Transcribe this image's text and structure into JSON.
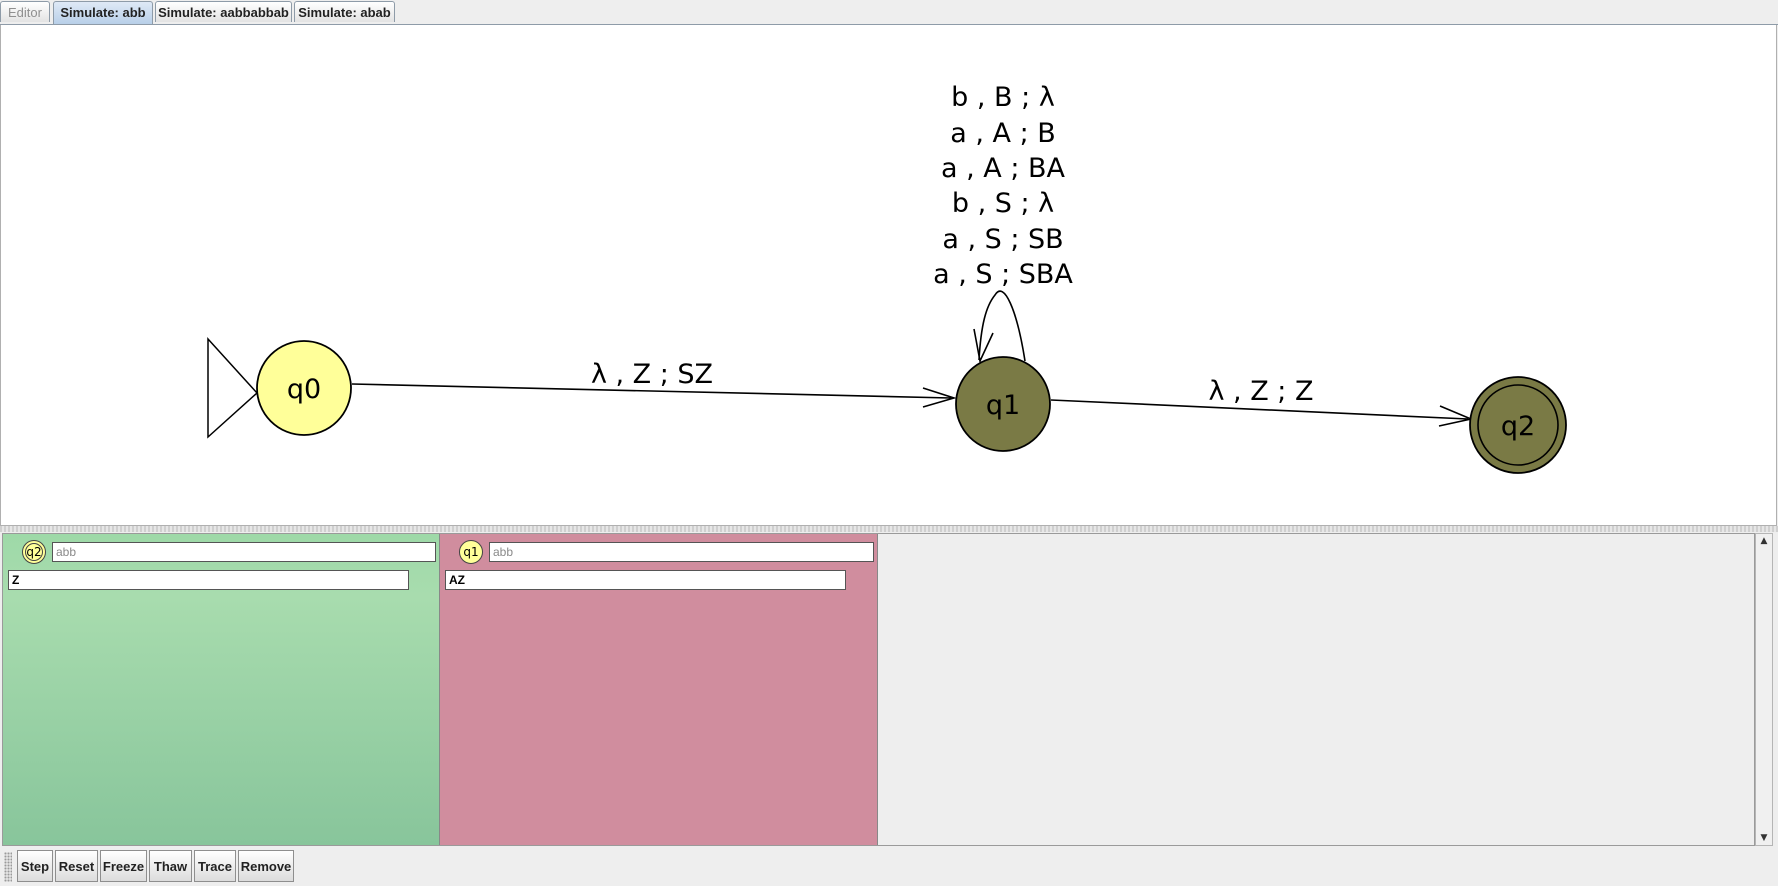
{
  "tabs": [
    {
      "label": "Editor",
      "state": "disabled"
    },
    {
      "label": "Simulate: abb",
      "state": "selected"
    },
    {
      "label": "Simulate: aabbabbab",
      "state": "normal"
    },
    {
      "label": "Simulate: abab",
      "state": "normal"
    }
  ],
  "automaton": {
    "states": [
      {
        "id": "q0",
        "label": "q0",
        "initial": true,
        "final": false,
        "active": true
      },
      {
        "id": "q1",
        "label": "q1",
        "initial": false,
        "final": false,
        "active": false
      },
      {
        "id": "q2",
        "label": "q2",
        "initial": false,
        "final": true,
        "active": false
      }
    ],
    "transitions": {
      "q0_q1": "λ , Z ; SZ",
      "q1_q2": "λ , Z ; Z",
      "q1_loop": [
        "b , B ; λ",
        "a , A ; B",
        "a , A ; BA",
        "b , S ; λ",
        "a , S ; SB",
        "a , S ; SBA"
      ]
    },
    "colors": {
      "active_state": "#ffff99",
      "inactive_state": "#7a7a45",
      "accepted_config": "#9ed9a8",
      "rejected_config": "#d08d9e"
    }
  },
  "configurations": [
    {
      "state": "q2",
      "input": "abb",
      "stack": "Z",
      "status": "accepted"
    },
    {
      "state": "q1",
      "input": "abb",
      "stack": "AZ",
      "status": "rejected"
    }
  ],
  "buttons": {
    "step": "Step",
    "reset": "Reset",
    "freeze": "Freeze",
    "thaw": "Thaw",
    "trace": "Trace",
    "remove": "Remove"
  },
  "scrollbar": {
    "up_icon": "arrow-up-icon",
    "down_icon": "arrow-down-icon"
  }
}
